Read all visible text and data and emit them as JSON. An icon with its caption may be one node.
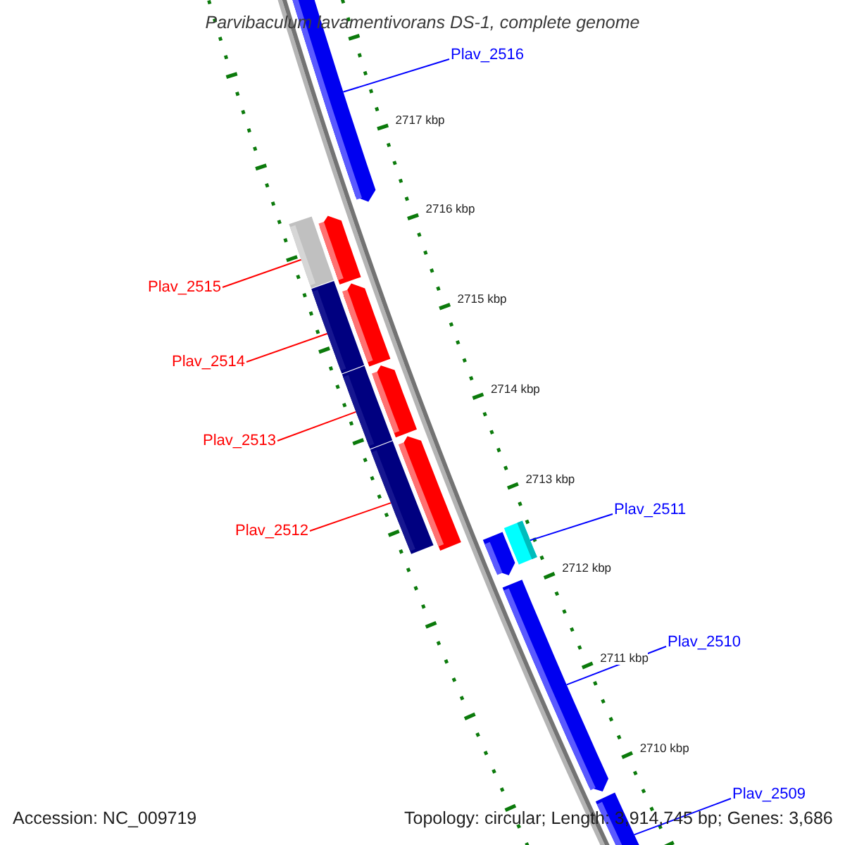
{
  "diagram": {
    "title": "Parvibaculum lavamentivorans DS-1, complete genome",
    "nodes": [
      {
        "text": [
          "Plav_2516"
        ]
      },
      {
        "text": [
          "Plav_2515"
        ]
      },
      {
        "text": [
          "Plav_2514"
        ]
      },
      {
        "text": [
          "Plav_2513"
        ]
      },
      {
        "text": [
          "Plav_2512"
        ]
      },
      {
        "text": [
          "Plav_2511"
        ]
      },
      {
        "text": [
          "Plav_2510"
        ]
      },
      {
        "text": [
          "Plav_2509"
        ]
      },
      {
        "text": [],
        "shape": "arrow"
      },
      {
        "text": [],
        "shape": "bar"
      },
      {
        "text": [],
        "shape": "bar"
      },
      {
        "text": [],
        "shape": "bar"
      },
      {
        "text": [],
        "shape": "bar"
      },
      {
        "text": [],
        "shape": "bar"
      },
      {
        "text": [],
        "shape": "arrow"
      },
      {
        "text": [],
        "shape": "bar"
      }
    ],
    "edges": [
      {
        "from": 0,
        "to": 8,
        "arrow": "none",
        "color": "#0000ff"
      },
      {
        "from": 1,
        "to": 9,
        "arrow": "none",
        "color": "#ff0000"
      },
      {
        "from": 2,
        "to": 10,
        "arrow": "none",
        "color": "#ff0000"
      },
      {
        "from": 3,
        "to": 11,
        "arrow": "none",
        "color": "#ff0000"
      },
      {
        "from": 4,
        "to": 12,
        "arrow": "none",
        "color": "#ff0000"
      },
      {
        "from": 5,
        "to": 13,
        "arrow": "none",
        "color": "#0000ff"
      },
      {
        "from": 6,
        "to": 14,
        "arrow": "none",
        "color": "#0000ff"
      },
      {
        "from": 7,
        "to": 15,
        "arrow": "none",
        "color": "#0000ff"
      }
    ],
    "labels": [
      "2717 kbp",
      "2716 kbp",
      "2715 kbp",
      "2714 kbp",
      "2713 kbp",
      "2712 kbp",
      "2711 kbp",
      "2710 kbp",
      "Accession: NC_009719",
      "Topology: circular; Length: 3,914,745 bp; Genes: 3,686"
    ]
  }
}
